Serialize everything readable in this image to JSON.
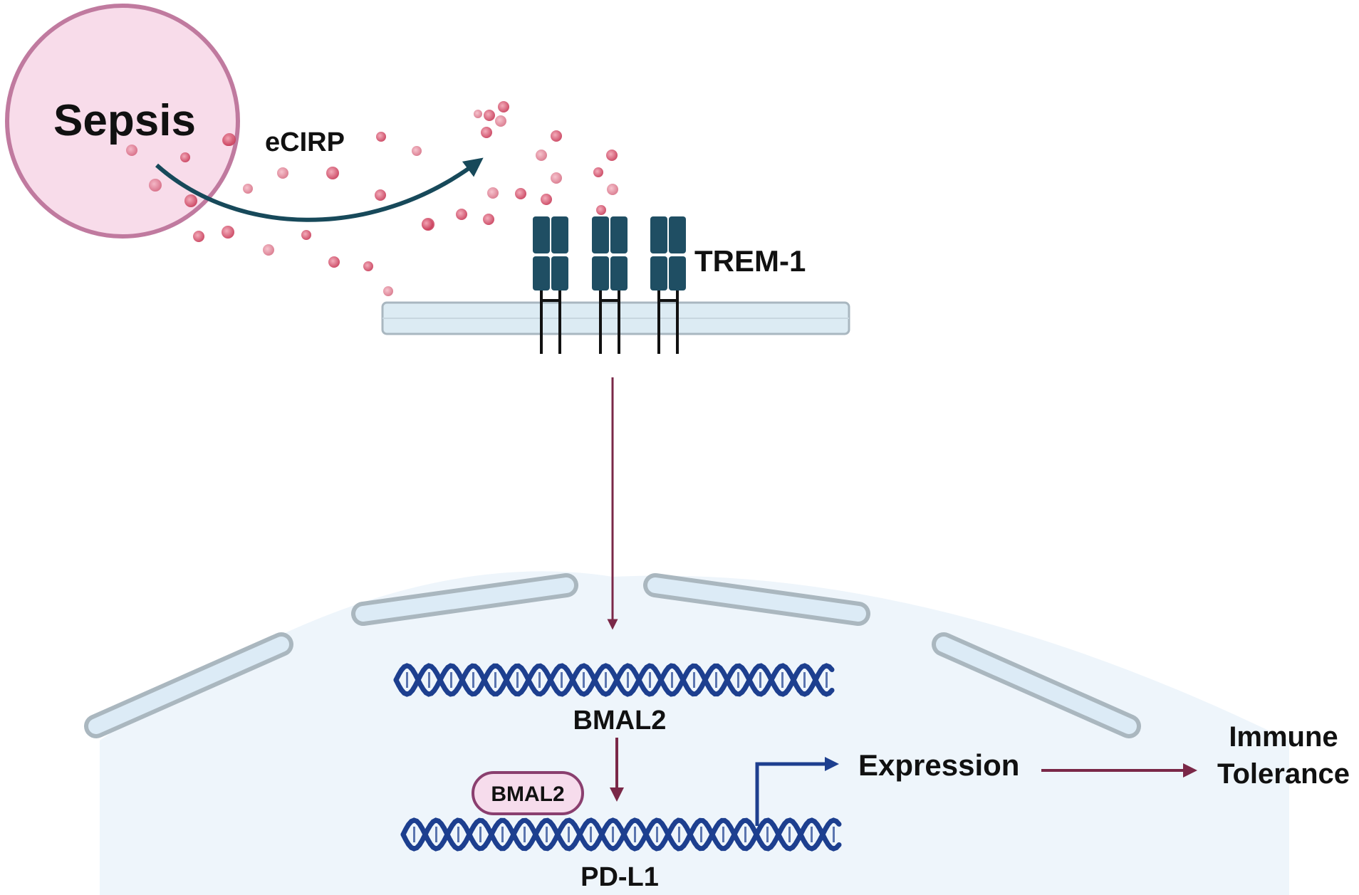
{
  "labels": {
    "sepsis": "Sepsis",
    "ecirp": "eCIRP",
    "trem1": "TREM-1",
    "bmal2_gene": "BMAL2",
    "bmal2_protein": "BMAL2",
    "pdl1_gene": "PD-L1",
    "expression": "Expression",
    "immune_line1": "Immune",
    "immune_line2": "Tolerance"
  },
  "colors": {
    "sepsis_fill": "#f8dcea",
    "sepsis_stroke": "#c07a9f",
    "particle": "#d2536b",
    "receptor": "#1f4e63",
    "membrane": "#dcebf3",
    "membrane_stroke": "#a9b7c0",
    "nucleus_fill": "#eef5fb",
    "envelope_stroke": "#aab7bf",
    "dna": "#1d3f8f",
    "arrow_maroon": "#7a2848",
    "arrow_teal": "#17495a",
    "arrow_blue": "#1d3f8f",
    "bmal2_fill": "#f6dcec",
    "bmal2_stroke": "#8a3f6f"
  },
  "icons": [
    "ecirp-particle-icon",
    "trem1-receptor-icon",
    "dna-helix-icon",
    "promoter-arrow-icon"
  ]
}
